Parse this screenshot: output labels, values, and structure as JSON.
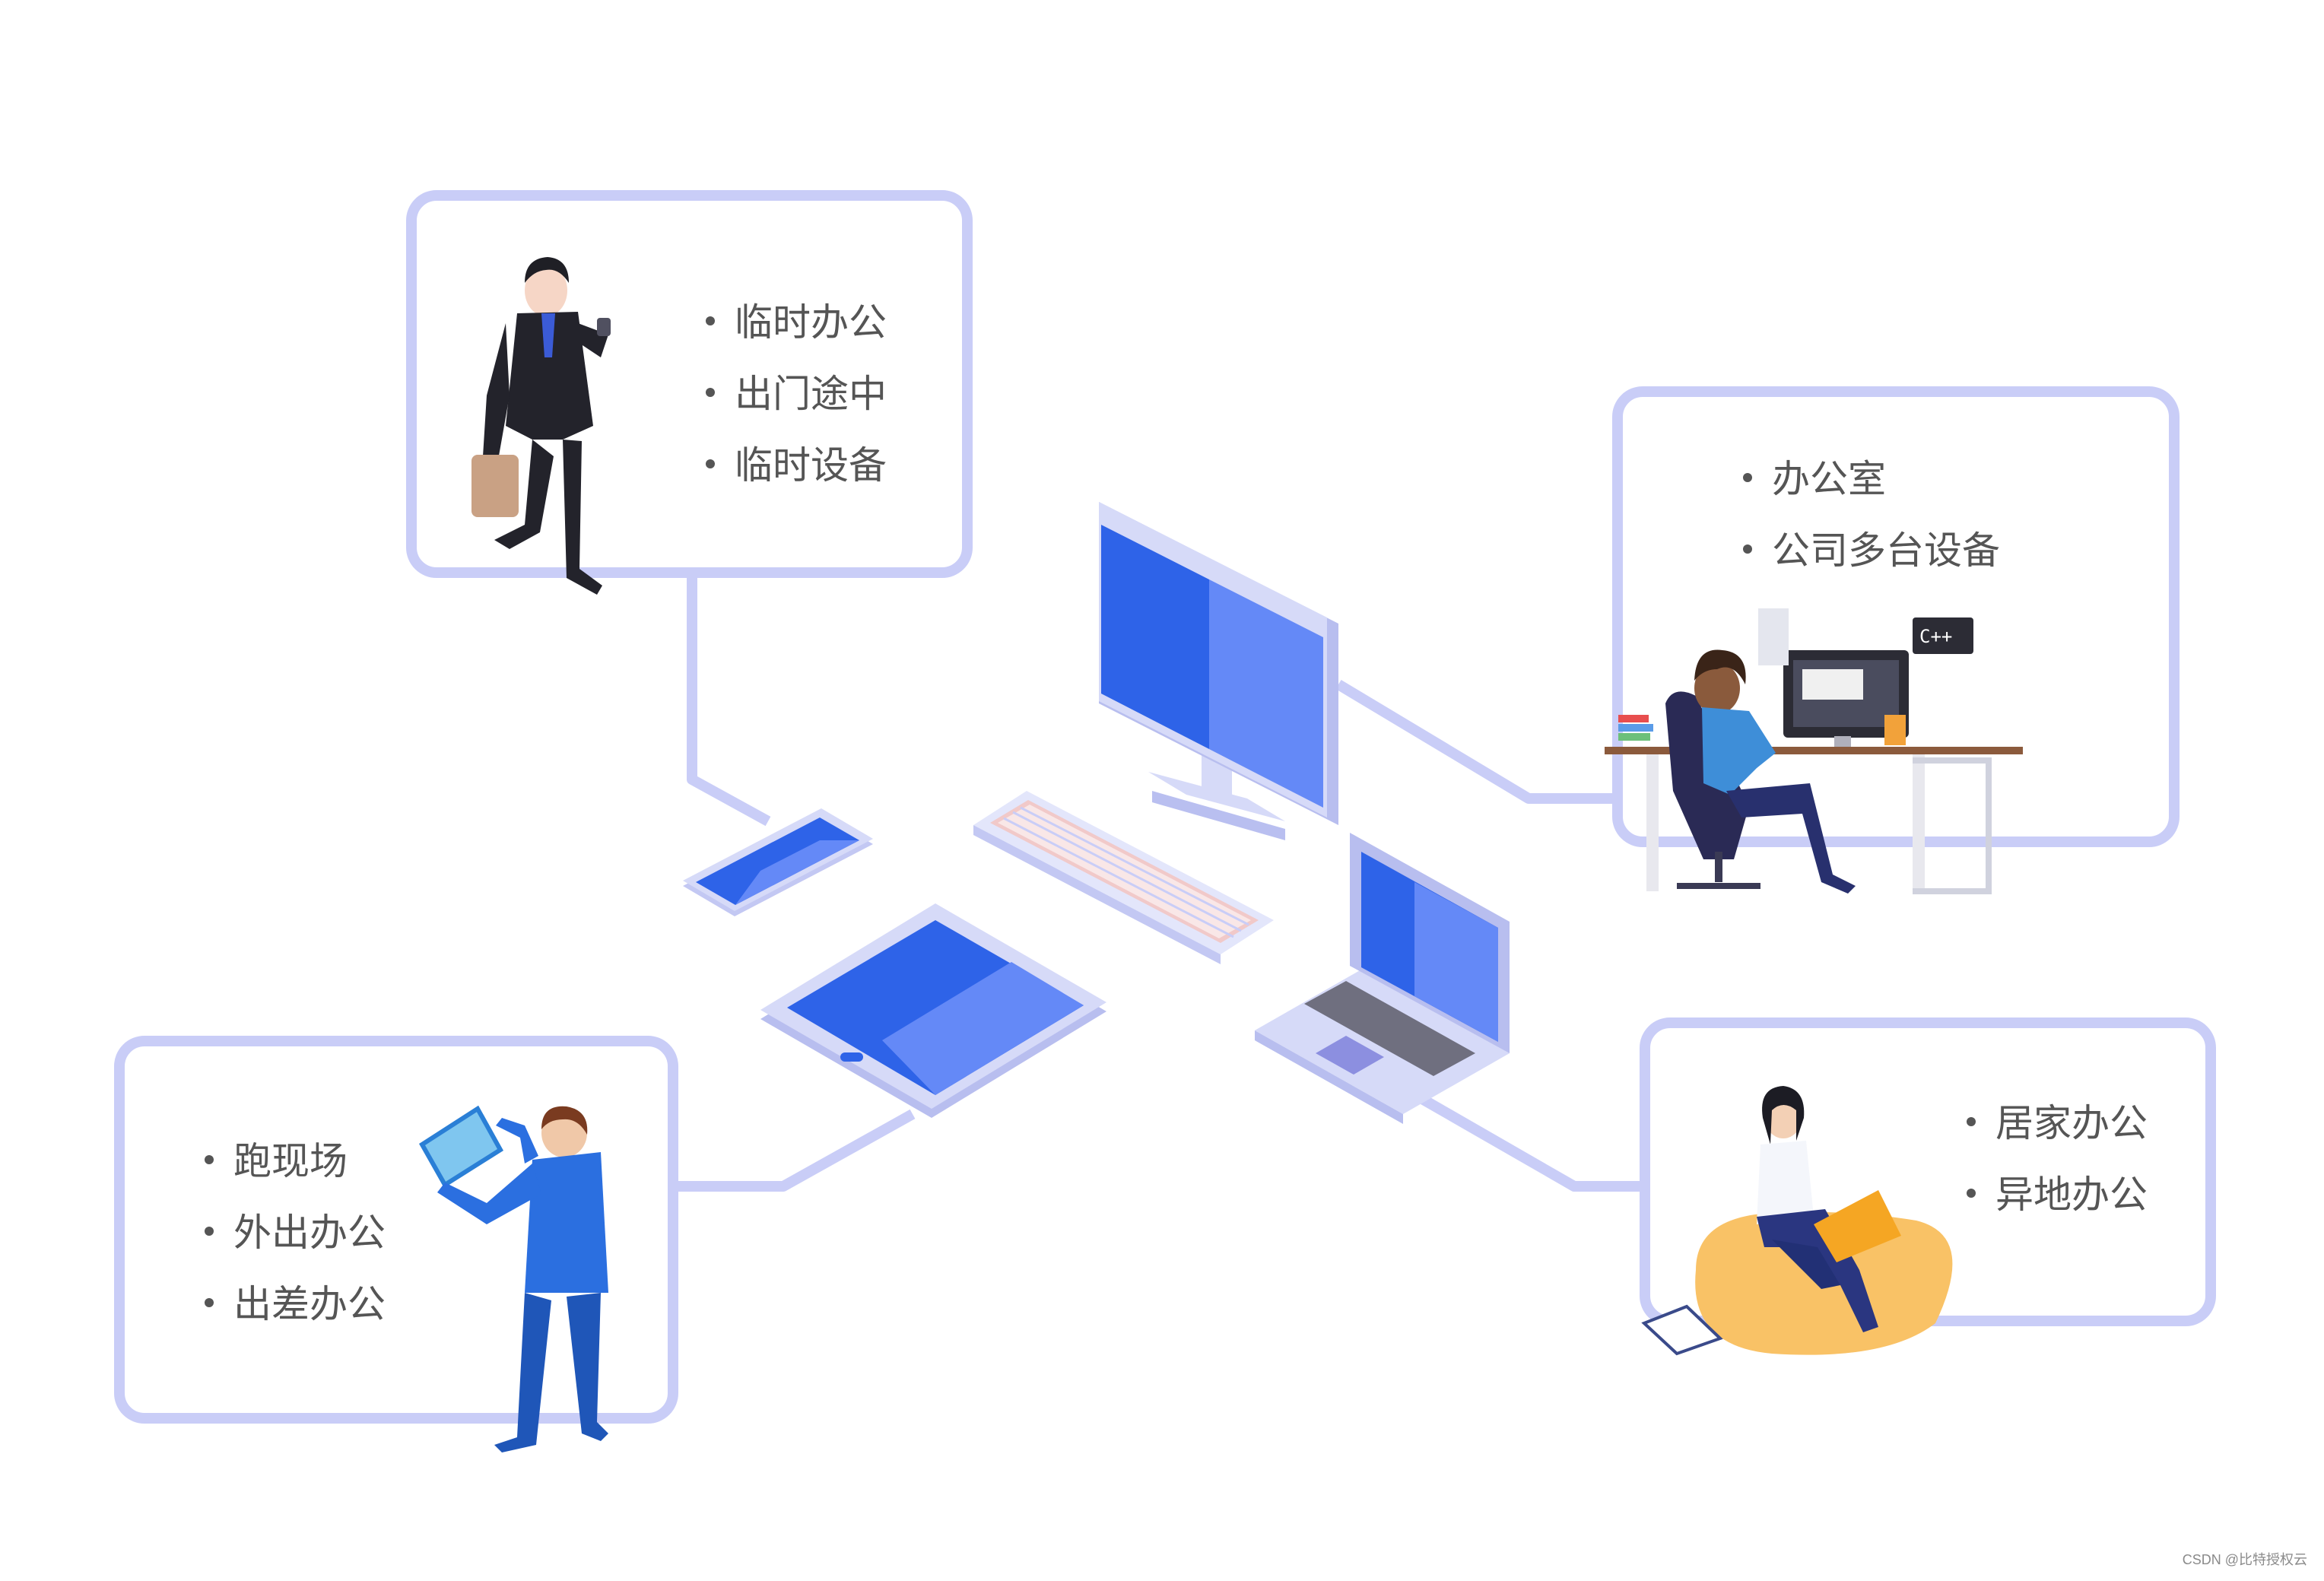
{
  "cards": {
    "temporary": {
      "items": [
        "临时办公",
        "出门途中",
        "临时设备"
      ]
    },
    "office": {
      "items": [
        "办公室",
        "公司多台设备"
      ]
    },
    "field": {
      "items": [
        "跑现场",
        "外出办公",
        "出差办公"
      ]
    },
    "home": {
      "items": [
        "居家办公",
        "异地办公"
      ]
    }
  },
  "screen_label": "C++",
  "watermark": "CSDN @比特授权云",
  "colors": {
    "card_border": "#c9cdf7",
    "connector": "#c9cdf7",
    "screen_blue": "#2e63e8",
    "screen_light": "#6489f7",
    "device_frame": "#d6daf8",
    "text": "#555555"
  }
}
